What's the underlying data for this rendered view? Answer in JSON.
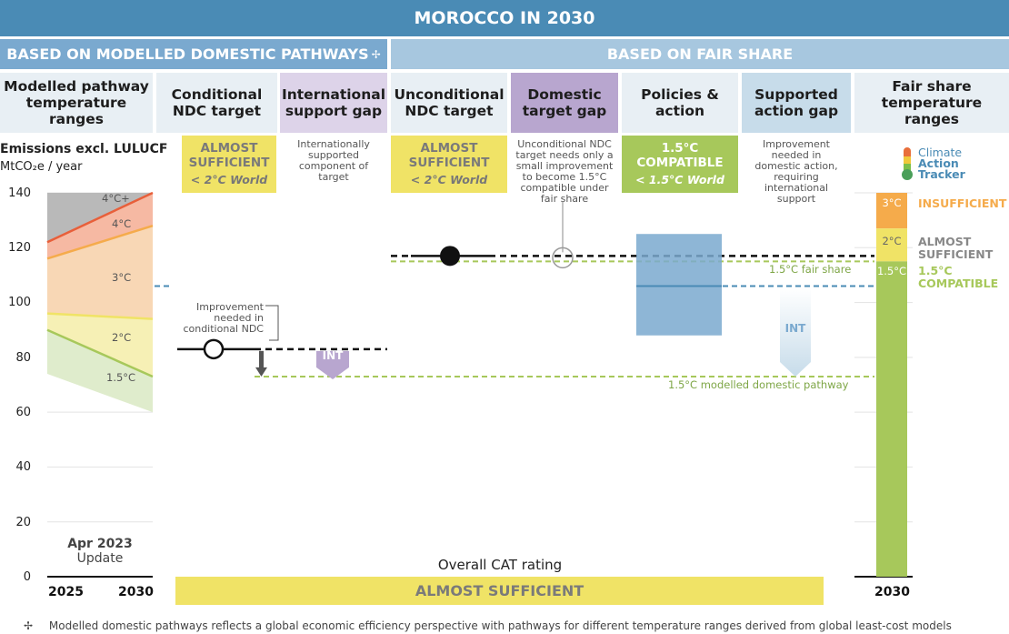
{
  "title": "MOROCCO IN 2030",
  "sections": {
    "domestic": "BASED ON MODELLED DOMESTIC PATHWAYS",
    "domestic_mark": "✢",
    "fair": "BASED ON FAIR SHARE"
  },
  "columns": [
    {
      "label": "Modelled pathway temperature ranges"
    },
    {
      "label": "Conditional NDC target"
    },
    {
      "label": "International support gap"
    },
    {
      "label": "Unconditional NDC target"
    },
    {
      "label": "Domestic target gap"
    },
    {
      "label": "Policies & action"
    },
    {
      "label": "Supported action gap"
    },
    {
      "label": "Fair share temperature ranges"
    }
  ],
  "ratings": {
    "conditional": {
      "label": "ALMOST SUFFICIENT",
      "sub": "< 2°C World",
      "color": "#f0e366"
    },
    "unconditional": {
      "label": "ALMOST SUFFICIENT",
      "sub": "< 2°C World",
      "color": "#f0e366"
    },
    "policies": {
      "label": "1.5°C COMPATIBLE",
      "sub": "< 1.5°C World",
      "color": "#a7c85b"
    }
  },
  "notes": {
    "intl_support": "Internationally supported component of target",
    "domestic_gap": "Unconditional NDC target needs only a small improvement to become 1.5°C compatible under fair share",
    "supported_gap": "Improvement needed in domestic action, requiring international support",
    "improvement_conditional": "Improvement needed in conditional NDC"
  },
  "axis": {
    "title": "Emissions excl. LULUCF",
    "unit": "MtCO₂e / year",
    "ticks": [
      "140",
      "120",
      "100",
      "80",
      "60",
      "40",
      "20",
      "0"
    ],
    "x_ticks": [
      "2025",
      "2030"
    ],
    "x_right": "2030"
  },
  "update": {
    "line1": "Apr 2023",
    "line2": "Update"
  },
  "logo": {
    "line1": "Climate",
    "line2": "Action",
    "line3": "Tracker"
  },
  "overall": {
    "label": "Overall CAT rating",
    "value": "ALMOST SUFFICIENT",
    "color": "#f0e366"
  },
  "int_label": "INT",
  "chart_data": {
    "type": "bar",
    "ylabel": "Emissions excl. LULUCF MtCO₂e / year",
    "ylim": [
      0,
      140
    ],
    "modelled_pathway_bands": [
      {
        "name": "4°C+",
        "y2025": [
          122,
          140
        ],
        "y2030": [
          140,
          140
        ],
        "color": "#b9b9b9"
      },
      {
        "name": "4°C",
        "y2025": [
          116,
          122
        ],
        "y2030": [
          128,
          140
        ],
        "color": "#f6b9a3"
      },
      {
        "name": "3°C",
        "y2025": [
          96,
          116
        ],
        "y2030": [
          94,
          128
        ],
        "color": "#f8d7b5"
      },
      {
        "name": "2°C",
        "y2025": [
          90,
          96
        ],
        "y2030": [
          73,
          94
        ],
        "color": "#f6f0b5"
      },
      {
        "name": "1.5°C",
        "y2025": [
          74,
          90
        ],
        "y2030": [
          60,
          73
        ],
        "color": "#dfeccc"
      }
    ],
    "pathway_labels": [
      "4°C+",
      "4°C",
      "3°C",
      "2°C",
      "1.5°C"
    ],
    "conditional_ndc": 83,
    "unconditional_ndc": 117,
    "policies_range": [
      88,
      125
    ],
    "policies_mid": 106,
    "fair_share_1_5": 115,
    "modelled_domestic_1_5": 73,
    "fair_share_domestic_blue_line": 106,
    "fair_share_ranges": [
      {
        "name": "3°C",
        "range": [
          127,
          140
        ],
        "category": "INSUFFICIENT",
        "color": "#f5ab4b"
      },
      {
        "name": "2°C",
        "range": [
          115,
          127
        ],
        "category": "ALMOST SUFFICIENT",
        "color": "#f0e366"
      },
      {
        "name": "1.5°C",
        "range": [
          0,
          115
        ],
        "category": "1.5°C COMPATIBLE",
        "color": "#a7c85b"
      }
    ],
    "reference_labels": {
      "fair": "1.5°C fair share",
      "domestic": "1.5°C modelled domestic pathway"
    }
  },
  "footnote": {
    "mark": "✢",
    "text": "Modelled domestic pathways reflects a global economic efficiency perspective with pathways for different temperature ranges derived from global least-cost models"
  },
  "colors": {
    "title_bg": "#4a8bb5",
    "domestic_bar": "#7aa9cf",
    "fair_bar": "#a7c7df",
    "col_header": "#e8eff4",
    "purple": "#b8a6cf",
    "purple_light": "#ddd3e9",
    "blue_gap": "#c7dcea"
  }
}
